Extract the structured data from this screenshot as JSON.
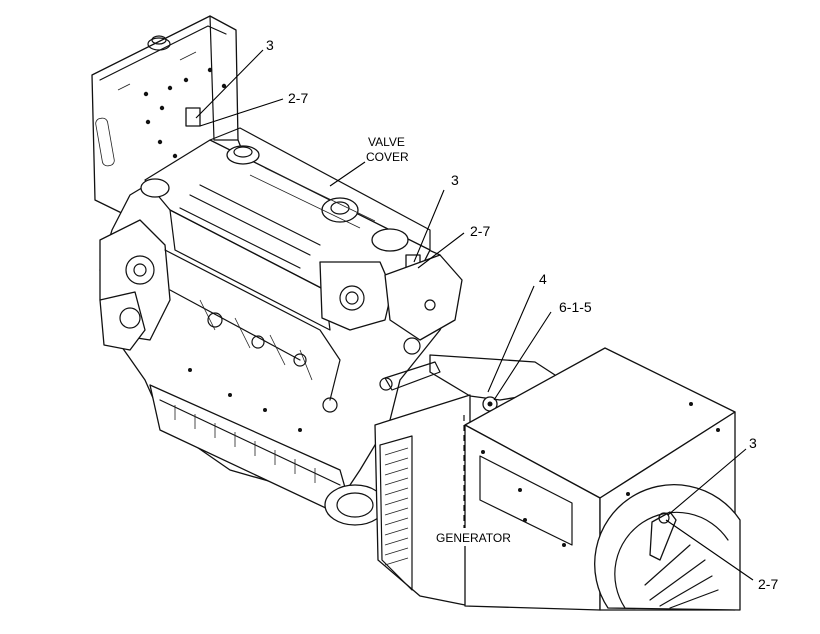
{
  "callouts": {
    "c3_top": "3",
    "c27_top": "2-7",
    "valve_cover_1": "VALVE",
    "valve_cover_2": "COVER",
    "c3_mid": "3",
    "c27_mid": "2-7",
    "c4": "4",
    "c615": "6-1-5",
    "c3_right": "3",
    "c27_right": "2-7",
    "generator": "GENERATOR"
  }
}
